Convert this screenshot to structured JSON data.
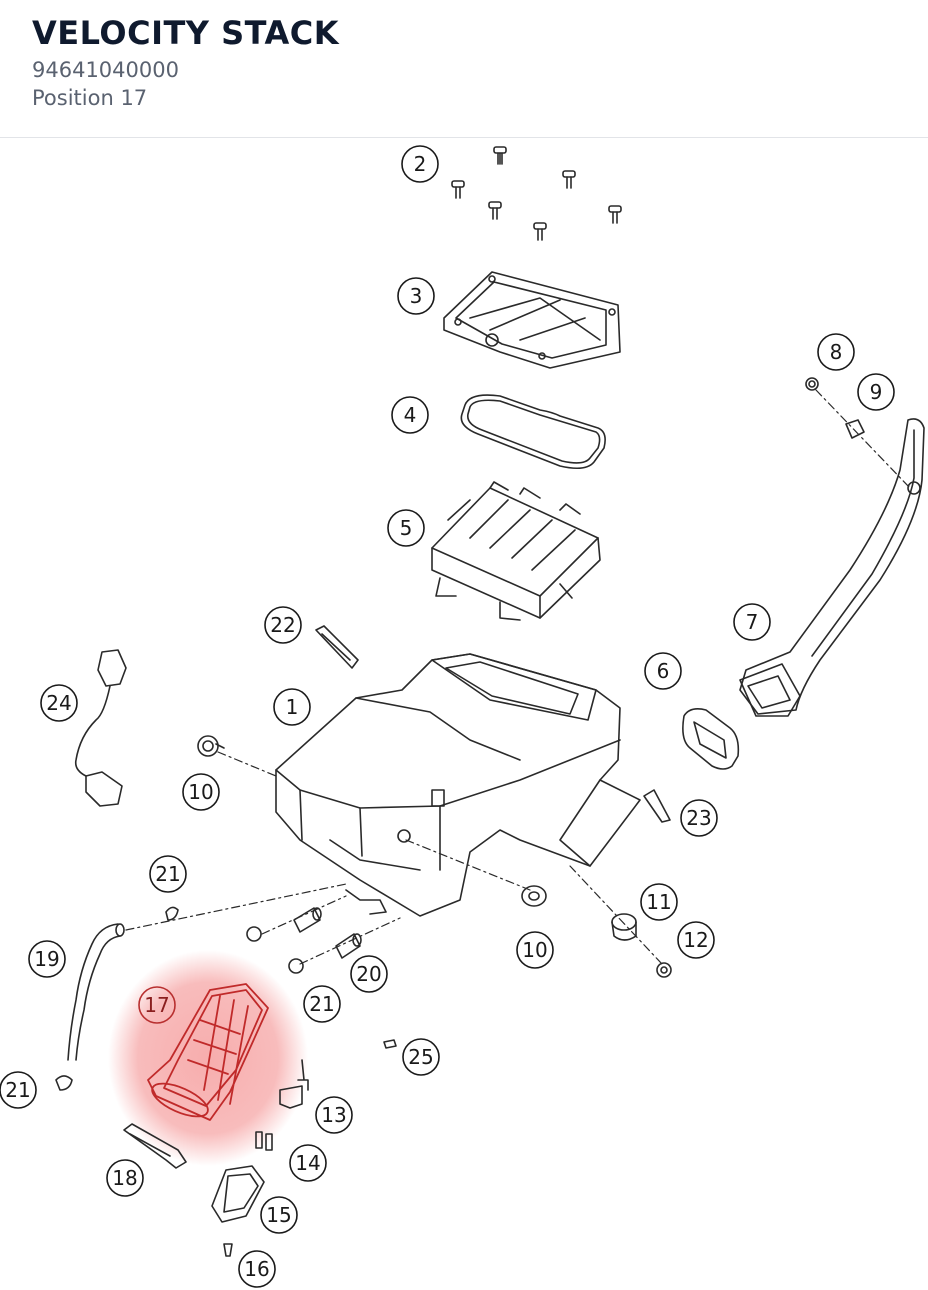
{
  "header": {
    "title": "VELOCITY STACK",
    "part_number": "94641040000",
    "position": "Position 17"
  },
  "diagram": {
    "highlight_color": "#f06a6a",
    "callouts": [
      {
        "label": "2",
        "part": "screw-set"
      },
      {
        "label": "3",
        "part": "air-filter-cover"
      },
      {
        "label": "4",
        "part": "cover-seal"
      },
      {
        "label": "5",
        "part": "air-filter-element"
      },
      {
        "label": "8",
        "part": "rubber-grommet"
      },
      {
        "label": "9",
        "part": "clip"
      },
      {
        "label": "7",
        "part": "intake-snorkel"
      },
      {
        "label": "6",
        "part": "snorkel-seal"
      },
      {
        "label": "22",
        "part": "clip-22"
      },
      {
        "label": "1",
        "part": "airbox"
      },
      {
        "label": "24",
        "part": "sensor-cable"
      },
      {
        "label": "10",
        "part": "grommet-left"
      },
      {
        "label": "23",
        "part": "clip-23"
      },
      {
        "label": "21",
        "part": "hose-clamp-upper"
      },
      {
        "label": "11",
        "part": "rubber-buffer"
      },
      {
        "label": "12",
        "part": "washer"
      },
      {
        "label": "10",
        "part": "grommet-right"
      },
      {
        "label": "19",
        "part": "breather-hose"
      },
      {
        "label": "20",
        "part": "spacer"
      },
      {
        "label": "17",
        "part": "velocity-stack"
      },
      {
        "label": "21",
        "part": "hose-clamp-middle"
      },
      {
        "label": "25",
        "part": "small-clip"
      },
      {
        "label": "21",
        "part": "hose-clamp-lower"
      },
      {
        "label": "13",
        "part": "sensor"
      },
      {
        "label": "14",
        "part": "screws-14"
      },
      {
        "label": "18",
        "part": "cable-tie"
      },
      {
        "label": "15",
        "part": "cover-15"
      },
      {
        "label": "16",
        "part": "screw-16"
      }
    ]
  }
}
